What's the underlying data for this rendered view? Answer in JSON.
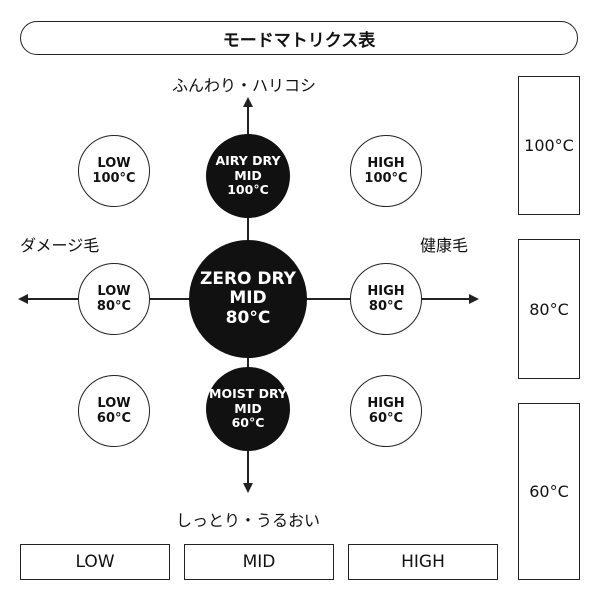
{
  "title": "モードマトリクス表",
  "axes": {
    "top": "ふんわり・ハリコシ",
    "bottom": "しっとり・うるおい",
    "left": "ダメージ毛",
    "right": "健康毛"
  },
  "modes": {
    "top_left": {
      "line1": "LOW",
      "line2": "100°C"
    },
    "top_center": {
      "line1": "AIRY DRY",
      "line2": "MID",
      "line3": "100°C"
    },
    "top_right": {
      "line1": "HIGH",
      "line2": "100°C"
    },
    "middle_left": {
      "line1": "LOW",
      "line2": "80°C"
    },
    "center": {
      "line1": "ZERO DRY",
      "line2": "MID",
      "line3": "80°C"
    },
    "middle_right": {
      "line1": "HIGH",
      "line2": "80°C"
    },
    "bottom_left": {
      "line1": "LOW",
      "line2": "60°C"
    },
    "bottom_center": {
      "line1": "MOIST DRY",
      "line2": "MID",
      "line3": "60°C"
    },
    "bottom_right": {
      "line1": "HIGH",
      "line2": "60°C"
    }
  },
  "temperature_legend": [
    "100°C",
    "80°C",
    "60°C"
  ],
  "level_legend": [
    "LOW",
    "MID",
    "HIGH"
  ],
  "colors": {
    "dark": "#111111",
    "line": "#222222",
    "background": "#ffffff"
  }
}
